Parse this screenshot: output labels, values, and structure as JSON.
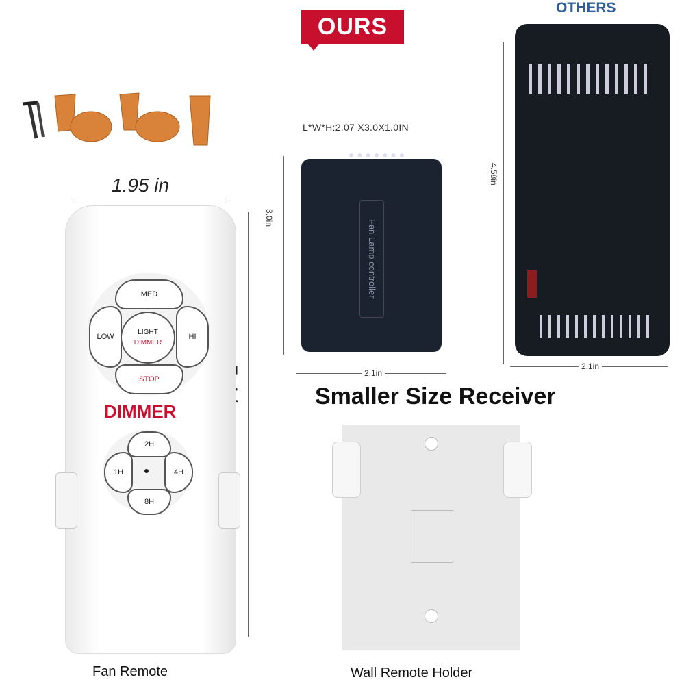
{
  "labels": {
    "ours": "OURS",
    "others": "OTHERS",
    "receiver_dims": "L*W*H:2.07 X3.0X1.0IN",
    "width_remote": "1.95 in",
    "height_remote": "5.4 in",
    "recv_height": "3.0in",
    "recv_width": "2.1in",
    "other_height": "4.58in",
    "other_width": "2.1in",
    "headline": "Smaller Size Receiver",
    "caption_remote": "Fan Remote",
    "caption_holder": "Wall Remote Holder",
    "receiver_print": "Fan Lamp controller"
  },
  "remote": {
    "keys": {
      "med": "MED",
      "low": "LOW",
      "hi": "HI",
      "light": "LIGHT",
      "dimmer_small": "DIMMER",
      "stop": "STOP",
      "h2": "2H",
      "h1": "1H",
      "h4": "4H",
      "h8": "8H"
    },
    "dimmer_label": "DIMMER"
  },
  "colors": {
    "accent_red": "#c8102e",
    "others_blue": "#2f5f96",
    "wire_nut": "#d9823a"
  }
}
